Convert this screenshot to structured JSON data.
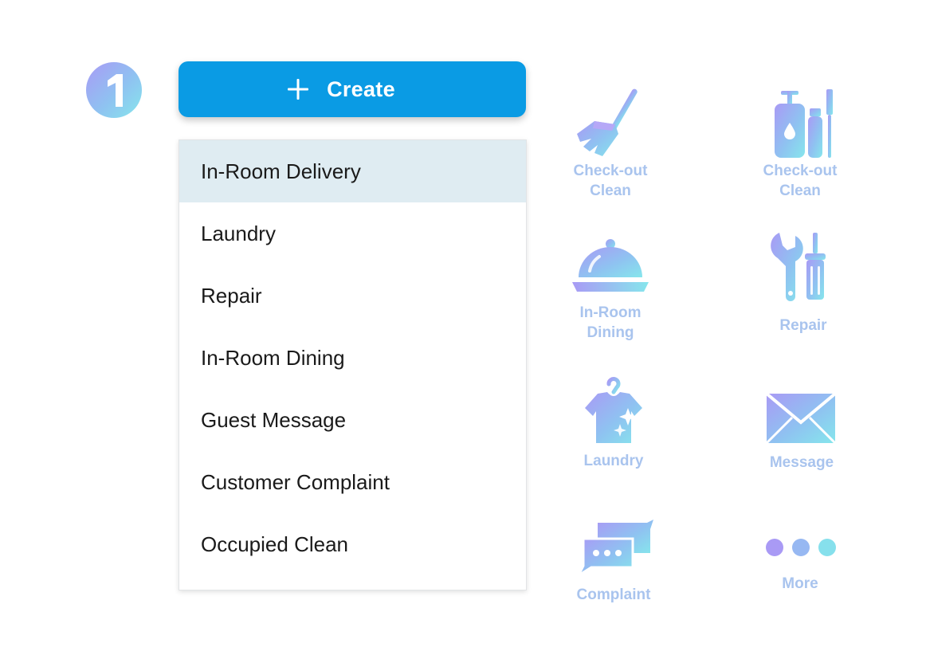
{
  "step": {
    "number": "1"
  },
  "create_button": {
    "label": "Create",
    "icon": "plus-icon"
  },
  "menu": {
    "items": [
      {
        "label": "In-Room Delivery",
        "active": true
      },
      {
        "label": "Laundry"
      },
      {
        "label": "Repair"
      },
      {
        "label": "In-Room Dining"
      },
      {
        "label": "Guest Message"
      },
      {
        "label": "Customer Complaint"
      },
      {
        "label": "Occupied Clean"
      }
    ]
  },
  "icon_grid": [
    {
      "icon": "broom-icon",
      "caption": "Check-out\nClean"
    },
    {
      "icon": "toiletries-icon",
      "caption": "Check-out\nClean"
    },
    {
      "icon": "cloche-icon",
      "caption": "In-Room\nDining"
    },
    {
      "icon": "tools-icon",
      "caption": "Repair"
    },
    {
      "icon": "shirt-icon",
      "caption": "Laundry"
    },
    {
      "icon": "envelope-icon",
      "caption": "Message"
    },
    {
      "icon": "chat-bubbles-icon",
      "caption": "Complaint"
    },
    {
      "icon": "more-dots-icon",
      "caption": "More"
    }
  ],
  "colors": {
    "accent": "#0a9be4",
    "active_row": "#dfecf2",
    "icon_gradient_start": "#a99af5",
    "icon_gradient_end": "#86e6ec",
    "caption": "#a9c4ee"
  }
}
